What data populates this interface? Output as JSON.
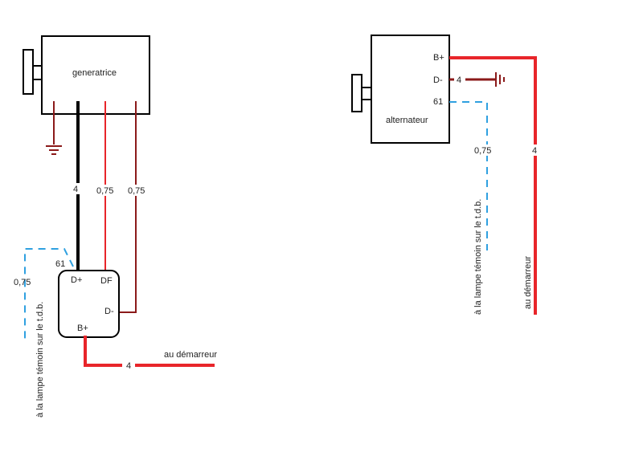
{
  "colors": {
    "black": "#000000",
    "red": "#e8252a",
    "dark_red": "#8b1a1a",
    "blue": "#2fa0e0"
  },
  "left": {
    "generator_label": "generatrice",
    "wire_black_gauge": "4",
    "wire_red_gauge": "0,75",
    "wire_darkred_gauge": "0,75",
    "regulator": {
      "terminal_d_plus": "D+",
      "terminal_df": "DF",
      "terminal_d_minus": "D-",
      "terminal_b_plus": "B+",
      "terminal_61": "61"
    },
    "blue_wire_gauge": "0,75",
    "lamp_text": "à la lampe témoin sur le t.d.b.",
    "starter_wire_gauge": "4",
    "starter_text": "au démarreur"
  },
  "right": {
    "alternator_label": "alternateur",
    "terminal_b_plus": "B+",
    "terminal_d_minus": "D-",
    "terminal_61": "61",
    "ground_wire_gauge": "4",
    "blue_wire_gauge": "0,75",
    "red_wire_gauge": "4",
    "lamp_text": "à la lampe témoin sur le t.d.b.",
    "starter_text": "au démarreur"
  }
}
